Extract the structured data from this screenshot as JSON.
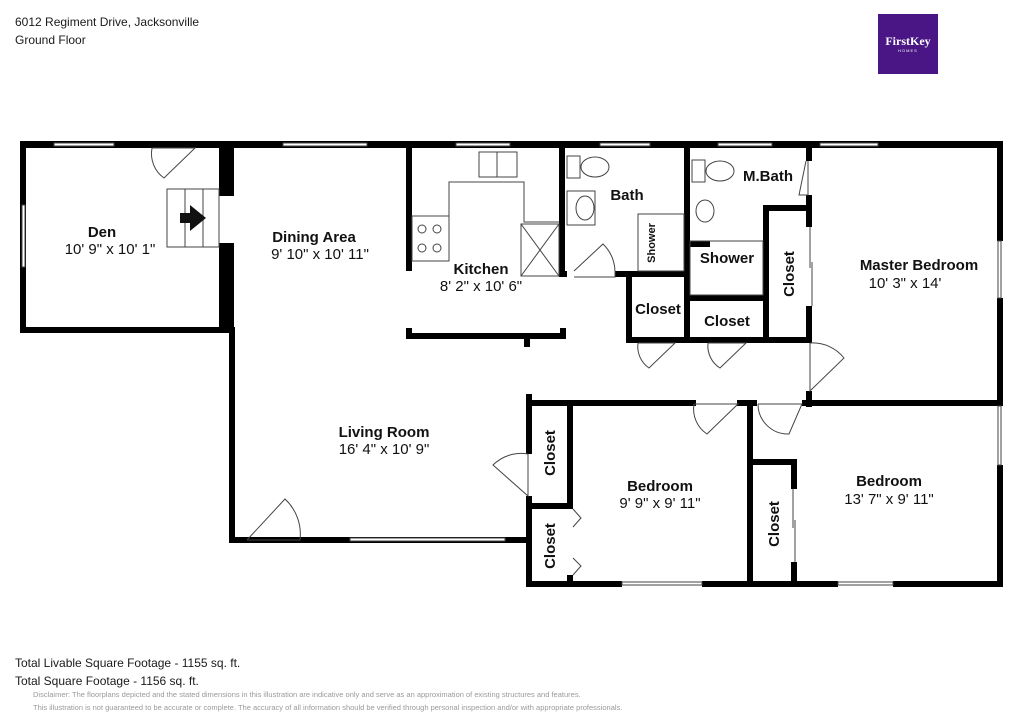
{
  "header": {
    "address": "6012 Regiment Drive, Jacksonville",
    "floor": "Ground Floor"
  },
  "logo": {
    "brand": "FirstKey",
    "sub": "HOMES",
    "color": "#4a1585"
  },
  "rooms": {
    "den": {
      "name": "Den",
      "dims": "10' 9\" x 10' 1\""
    },
    "dining": {
      "name": "Dining Area",
      "dims": "9' 10\" x 10' 11\""
    },
    "kitchen": {
      "name": "Kitchen",
      "dims": "8' 2\" x 10' 6\""
    },
    "bath": {
      "name": "Bath"
    },
    "bath_shower": {
      "name": "Shower"
    },
    "mbath": {
      "name": "M.Bath"
    },
    "mbath_shower": {
      "name": "Shower"
    },
    "master": {
      "name": "Master Bedroom",
      "dims": "10' 3\" x 14'"
    },
    "closet_hall1": {
      "name": "Closet"
    },
    "closet_hall2": {
      "name": "Closet"
    },
    "closet_master": {
      "name": "Closet"
    },
    "living": {
      "name": "Living Room",
      "dims": "16' 4\" x 10' 9\""
    },
    "closet_living1": {
      "name": "Closet"
    },
    "closet_living2": {
      "name": "Closet"
    },
    "bedroom2": {
      "name": "Bedroom",
      "dims": "9' 9\" x 9' 11\""
    },
    "bedroom3": {
      "name": "Bedroom",
      "dims": "13' 7\" x 9' 11\""
    },
    "closet_bed3": {
      "name": "Closet"
    }
  },
  "footer": {
    "livable": "Total Livable Square Footage - 1155 sq. ft.",
    "total": "Total Square Footage - 1156 sq. ft.",
    "disclaimer1": "Disclaimer: The floorplans depicted and the stated dimensions in this illustration are indicative only and serve as an approximation of existing structures and features.",
    "disclaimer2": "This illustration is not guaranteed to be accurate or complete. The accuracy of all information should be verified through personal inspection and/or with appropriate professionals."
  }
}
